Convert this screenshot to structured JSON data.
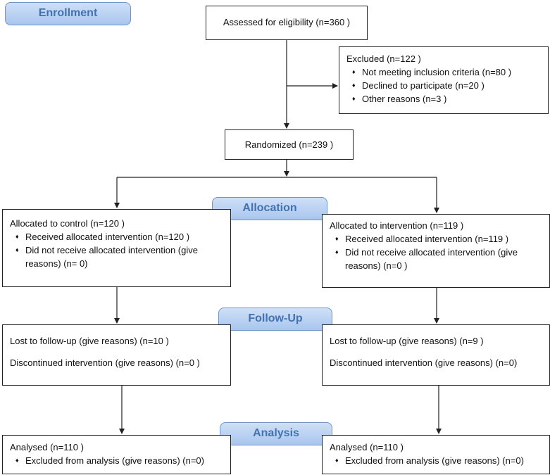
{
  "stages": {
    "enrollment": "Enrollment",
    "allocation": "Allocation",
    "follow_up": "Follow-Up",
    "analysis": "Analysis"
  },
  "assessed": "Assessed for eligibility (n=360 )",
  "excluded": {
    "title": "Excluded  (n=122 )",
    "items": [
      "Not meeting inclusion criteria (n=80 )",
      "Declined to participate (n=20  )",
      "Other reasons (n=3  )"
    ]
  },
  "randomized": "Randomized (n=239  )",
  "control": {
    "allocation": {
      "title": "Allocated to control  (n=120 )",
      "received": "Received allocated intervention (n=120  )",
      "not_received": "Did not receive allocated intervention (give reasons) (n= 0)"
    },
    "follow_up": {
      "lost": "Lost to follow-up (give reasons) (n=10  )",
      "discontinued": "Discontinued intervention (give reasons) (n=0 )"
    },
    "analysis": {
      "title": "Analysed  (n=110  )",
      "excluded": "Excluded from analysis (give reasons) (n=0)"
    }
  },
  "intervention": {
    "allocation": {
      "title": "Allocated to intervention (n=119  )",
      "received": "Received allocated intervention (n=119  )",
      "not_received": "Did not receive allocated intervention (give reasons) (n=0 )"
    },
    "follow_up": {
      "lost": "Lost to follow-up (give reasons) (n=9  )",
      "discontinued": "Discontinued intervention (give reasons) (n=0)"
    },
    "analysis": {
      "title": "Analysed  (n=110  )",
      "excluded": "Excluded from analysis (give reasons) (n=0)"
    }
  }
}
